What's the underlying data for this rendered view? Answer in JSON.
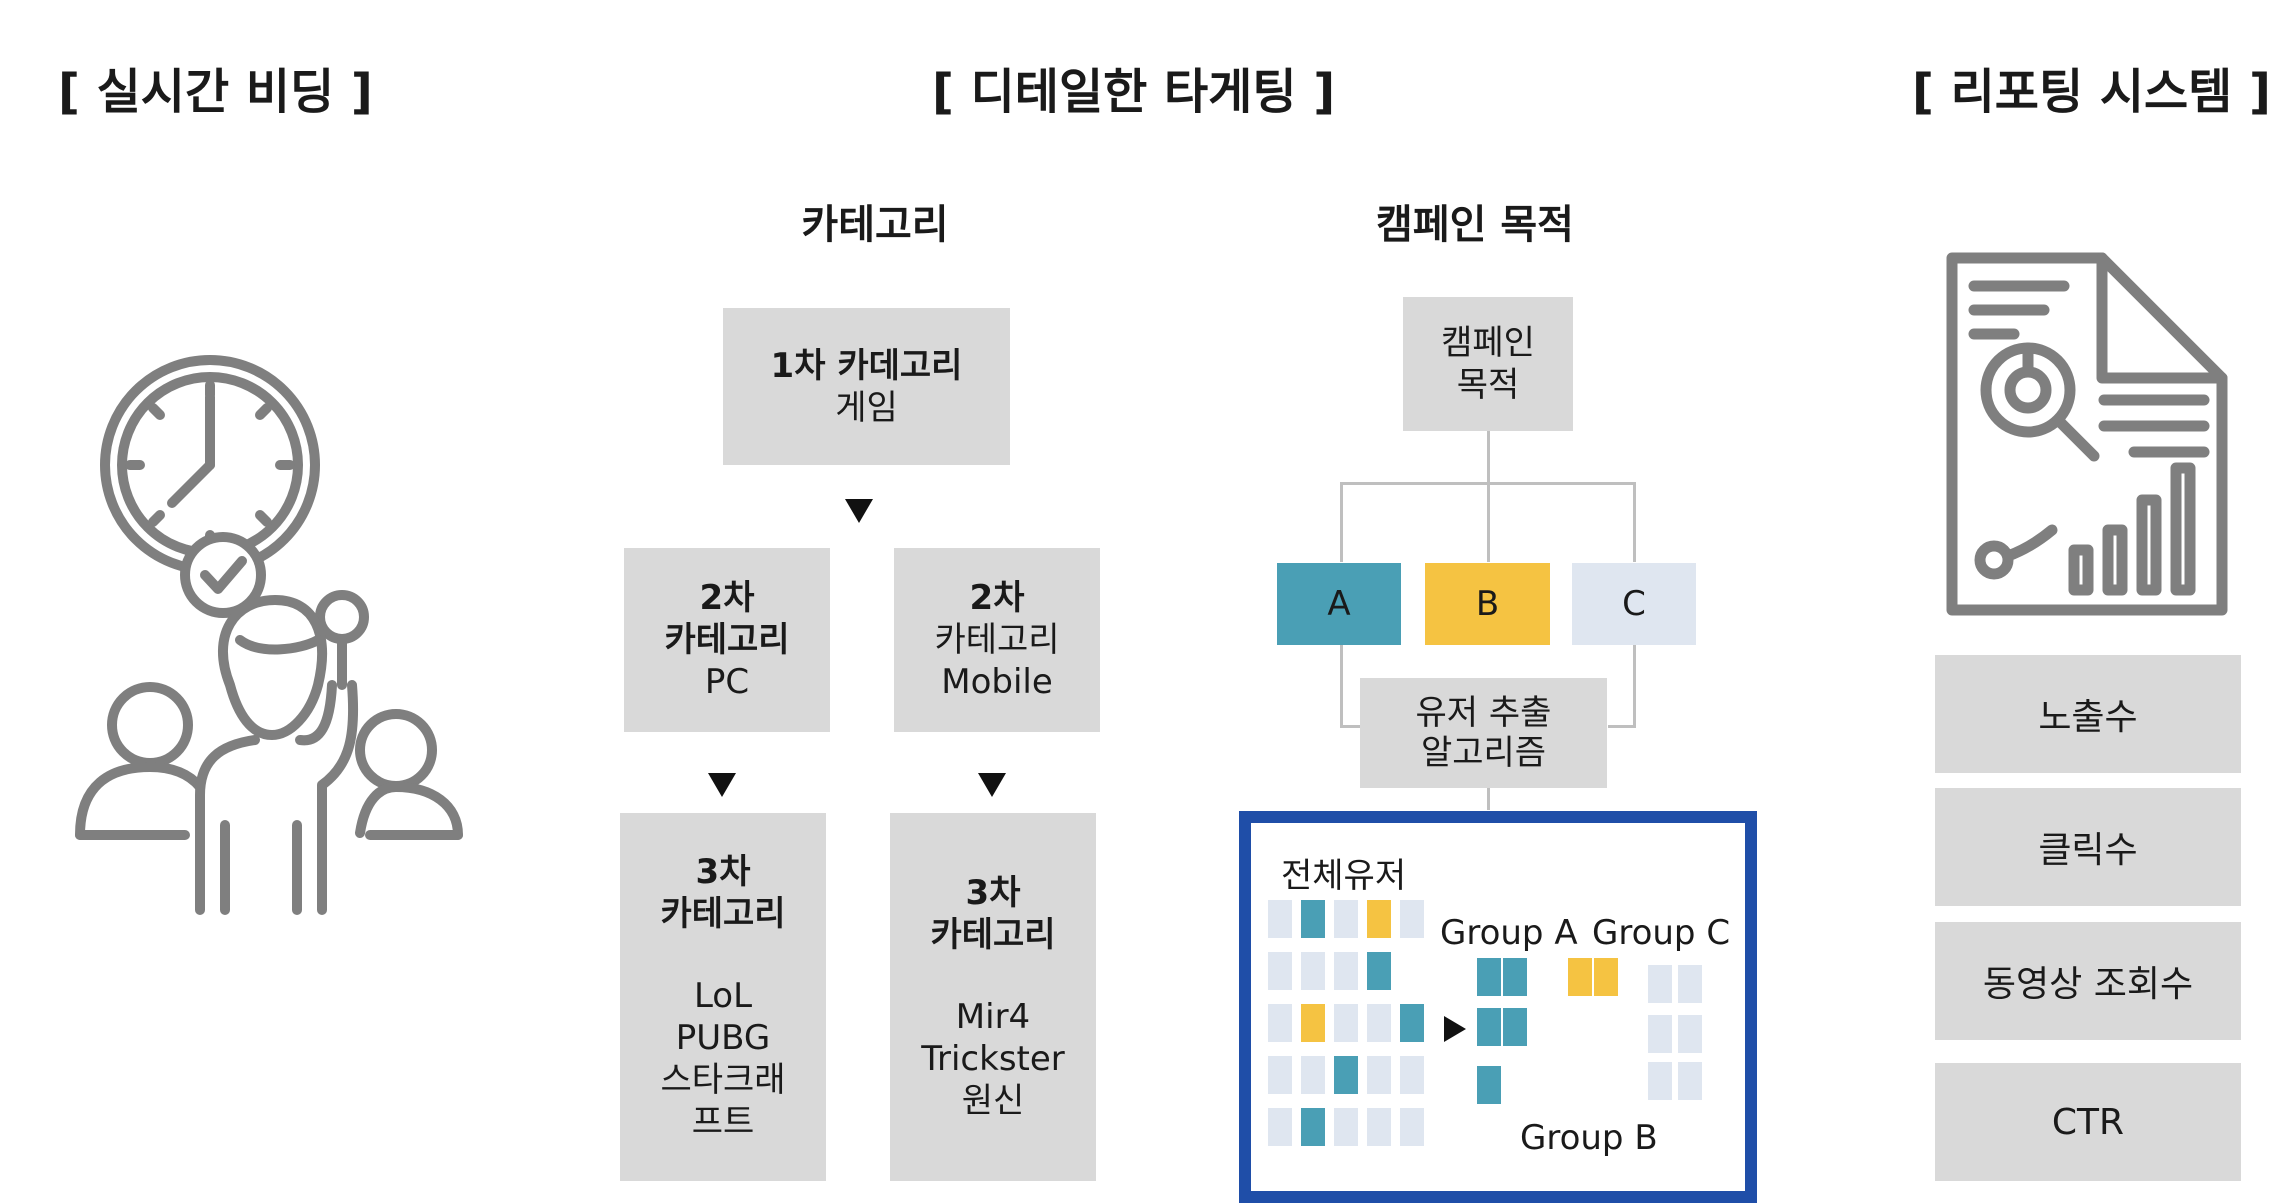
{
  "sections": {
    "realtime": "[ 실시간 비딩 ]",
    "targeting": "[ 디테일한 타게팅 ]",
    "reporting": "[ 리포팅 시스템 ]"
  },
  "category": {
    "title": "카테고리",
    "level1": {
      "title": "1차 카데고리",
      "value": "게임"
    },
    "level2_pc": {
      "l1": "2차",
      "l2": "카테고리",
      "value": "PC"
    },
    "level2_mobile": {
      "l1": "2차",
      "l2": "카테고리",
      "value": "Mobile"
    },
    "level3_pc": {
      "l1": "3차",
      "l2": "카테고리",
      "items": [
        "LoL",
        "PUBG",
        "스타크래",
        "프트"
      ]
    },
    "level3_mobile": {
      "l1": "3차",
      "l2": "카테고리",
      "items": [
        "Mir4",
        "Trickster",
        "원신"
      ]
    }
  },
  "campaign": {
    "title": "캠페인 목적",
    "root": [
      "캠페인",
      "목적"
    ],
    "options": [
      "A",
      "B",
      "C"
    ],
    "algorithm": [
      "유저 추출",
      "알고리즘"
    ],
    "all_users": "전체유저",
    "group_a": "Group A",
    "group_b": "Group B",
    "group_c": "Group C"
  },
  "reporting": {
    "metrics": [
      "노출수",
      "클릭수",
      "동영상 조회수",
      "CTR"
    ]
  },
  "colors": {
    "teal": "#4a9fb5",
    "yellow": "#f5c342",
    "light": "#dfe6f0",
    "box_gray": "#d9d9d9",
    "frame_blue": "#1f4ea8",
    "icon_gray": "#7f7f7f"
  },
  "icons": [
    "auction-bidder-icon",
    "clock-icon",
    "check-icon",
    "report-document-icon"
  ]
}
